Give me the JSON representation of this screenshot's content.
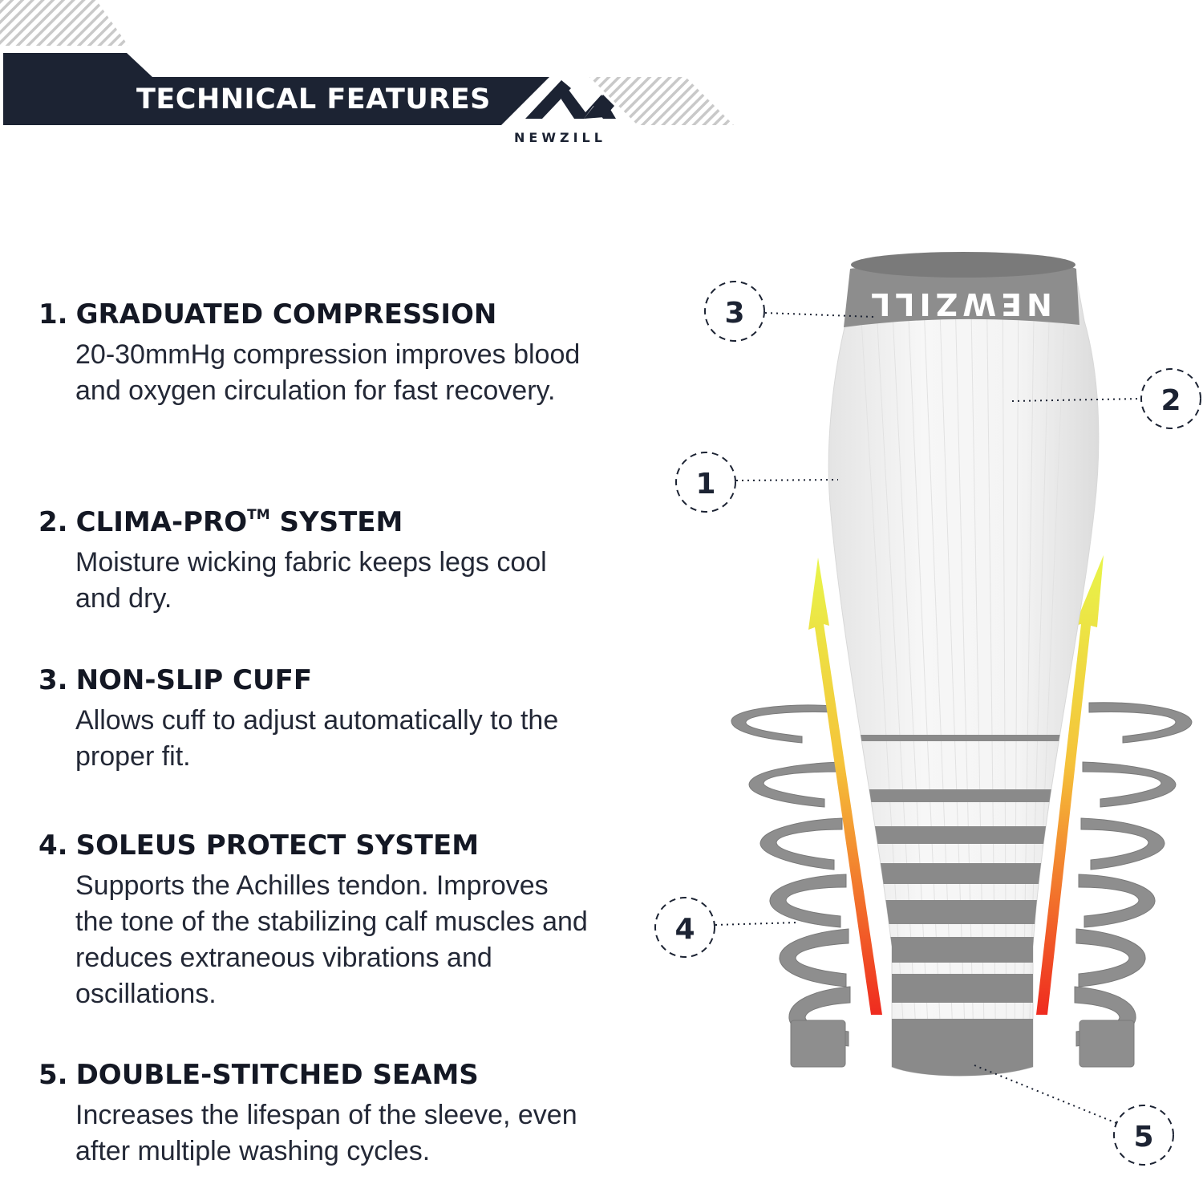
{
  "header": {
    "title": "TECHNICAL FEATURES",
    "brand": "NEWZILL"
  },
  "features": [
    {
      "number": "1.",
      "title": "GRADUATED COMPRESSION",
      "title_suffix": "",
      "description": "20-30mmHg compression improves blood and oxygen circulation for fast recovery."
    },
    {
      "number": "2.",
      "title": "CLIMA-PRO",
      "title_suffix": "SYSTEM",
      "trademark": "TM",
      "description": "Moisture wicking fabric keeps legs cool and dry."
    },
    {
      "number": "3.",
      "title": "NON-SLIP CUFF",
      "title_suffix": "",
      "description": "Allows cuff to adjust automatically to the proper fit."
    },
    {
      "number": "4.",
      "title": "SOLEUS PROTECT SYSTEM",
      "title_suffix": "",
      "description": "Supports the Achilles tendon. Improves the tone of the stabilizing calf muscles and reduces extraneous vibrations and oscillations."
    },
    {
      "number": "5.",
      "title": "DOUBLE-STITCHED SEAMS",
      "title_suffix": "",
      "description": "Increases the lifespan of the sleeve, even after multiple washing cycles."
    }
  ],
  "callouts": {
    "c1": "1",
    "c2": "2",
    "c3": "3",
    "c4": "4",
    "c5": "5"
  },
  "product": {
    "cuff_text": "NEWZILL"
  },
  "colors": {
    "navy": "#1c2333",
    "sleeve_white": "#f2f2f2",
    "stripe_gray": "#8a8a8a",
    "arrow_top": "#e8f54a",
    "arrow_bottom": "#ef2b1f"
  }
}
